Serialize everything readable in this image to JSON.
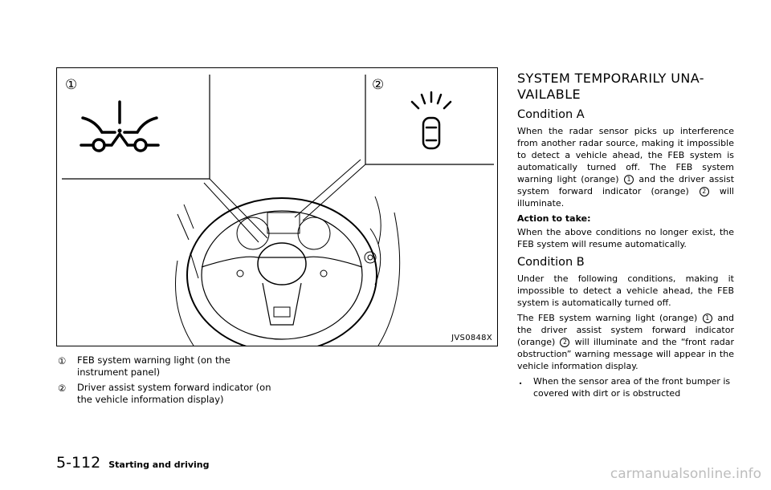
{
  "figure": {
    "code": "JVS0848X",
    "callout_1": "①",
    "callout_2": "②"
  },
  "captions": [
    {
      "num": "①",
      "text": "FEB system warning light (on the instrument panel)"
    },
    {
      "num": "②",
      "text": "Driver assist system forward indicator (on the vehicle information display)"
    }
  ],
  "right": {
    "heading": "SYSTEM TEMPORARILY UNA-VAILABLE",
    "condition_a": {
      "title": "Condition A",
      "p1_a": "When the radar sensor picks up interference from another radar source, making it impossible to detect a vehicle ahead, the FEB system is automatically turned off. The FEB system warning light (orange)",
      "c1": "1",
      "p1_b": "and the driver assist system forward indicator (orange)",
      "c2": "2",
      "p1_c": "will illuminate.",
      "action_label": "Action to take:",
      "action_text": "When the above conditions no longer exist, the FEB system will resume automatically."
    },
    "condition_b": {
      "title": "Condition B",
      "p1": "Under the following conditions, making it impossible to detect a vehicle ahead, the FEB system is automatically turned off.",
      "p2_a": "The FEB system warning light (orange)",
      "c1": "1",
      "p2_b": "and the driver assist system forward indicator (orange)",
      "c2": "2",
      "p2_c": "will illuminate and the “front radar obstruction” warning message will appear in the vehicle information display.",
      "bullet_mark": ".",
      "bullet": "When the sensor area of the front bumper is covered with dirt or is obstructed"
    }
  },
  "footer": {
    "page_number": "5-112",
    "section": "Starting and driving"
  },
  "watermark": "carmanualsonline.info"
}
